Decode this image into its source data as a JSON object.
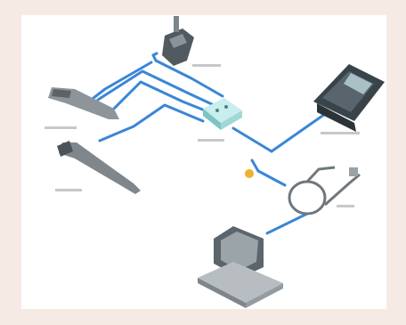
{
  "diagram": {
    "colors": {
      "background": "#f6ebe4",
      "panel": "#ffffff",
      "link": "#3a86d6",
      "hub": "#a8dede",
      "node_marker": "#f0b030",
      "device_dark": "#3c4448",
      "device_light": "#b9bec2"
    },
    "nodes": [
      {
        "id": "top-instrument",
        "icon": "handheld-instrument-icon"
      },
      {
        "id": "left-probe-1",
        "icon": "sensor-probe-icon"
      },
      {
        "id": "left-probe-2",
        "icon": "caliper-gauge-icon"
      },
      {
        "id": "central-hub",
        "icon": "interface-hub-icon"
      },
      {
        "id": "handheld-terminal",
        "icon": "handheld-terminal-icon"
      },
      {
        "id": "usb-cable",
        "icon": "usb-cable-icon"
      },
      {
        "id": "computer",
        "icon": "desktop-computer-icon"
      },
      {
        "id": "junction",
        "icon": "junction-marker-icon"
      }
    ]
  }
}
